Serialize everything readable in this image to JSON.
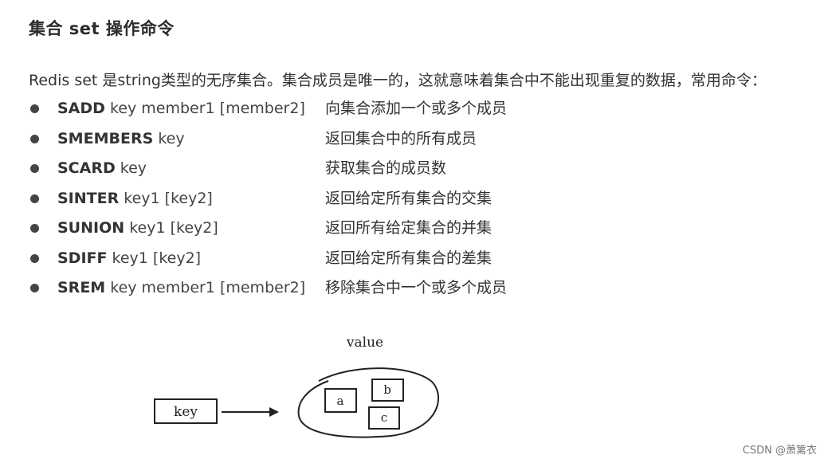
{
  "title": "集合 set 操作命令",
  "intro": "Redis set 是string类型的无序集合。集合成员是唯一的，这就意味着集合中不能出现重复的数据，常用命令：",
  "commands": [
    {
      "name": "SADD",
      "args": "key member1 [member2]",
      "desc": "向集合添加一个或多个成员"
    },
    {
      "name": "SMEMBERS",
      "args": "key",
      "desc": "返回集合中的所有成员"
    },
    {
      "name": "SCARD",
      "args": "key",
      "desc": "获取集合的成员数"
    },
    {
      "name": "SINTER",
      "args": "key1 [key2]",
      "desc": "返回给定所有集合的交集"
    },
    {
      "name": "SUNION",
      "args": "key1 [key2]",
      "desc": "返回所有给定集合的并集"
    },
    {
      "name": "SDIFF",
      "args": "key1 [key2]",
      "desc": "返回给定所有集合的差集"
    },
    {
      "name": "SREM",
      "args": "key member1 [member2]",
      "desc": "移除集合中一个或多个成员"
    }
  ],
  "diagram": {
    "value_label": "value",
    "key_label": "key",
    "members": [
      "a",
      "b",
      "c"
    ]
  },
  "watermark": "CSDN @萧篱衣"
}
